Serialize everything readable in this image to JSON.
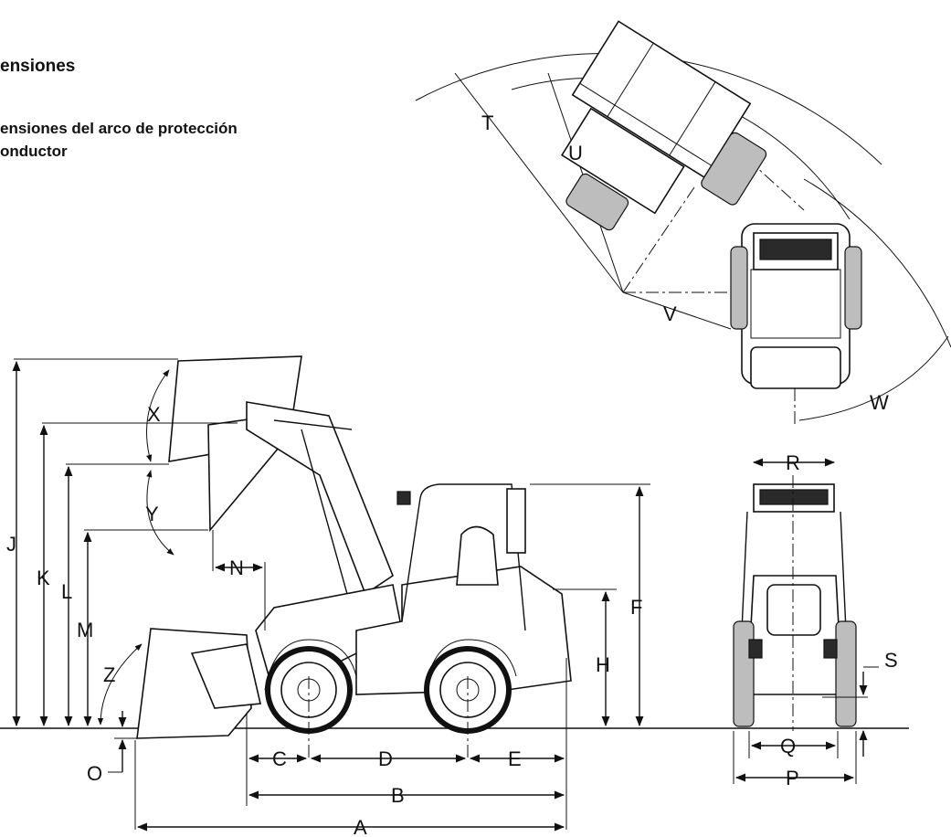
{
  "title": "ensiones",
  "subtitle_line1": "ensiones del arco de protección",
  "subtitle_line2": "onductor",
  "labels": {
    "A": "A",
    "B": "B",
    "C": "C",
    "D": "D",
    "E": "E",
    "F": "F",
    "H": "H",
    "J": "J",
    "K": "K",
    "L": "L",
    "M": "M",
    "N": "N",
    "O": "O",
    "P": "P",
    "Q": "Q",
    "R": "R",
    "S": "S",
    "T": "T",
    "U": "U",
    "V": "V",
    "W": "W",
    "X": "X",
    "Y": "Y",
    "Z": "Z"
  }
}
